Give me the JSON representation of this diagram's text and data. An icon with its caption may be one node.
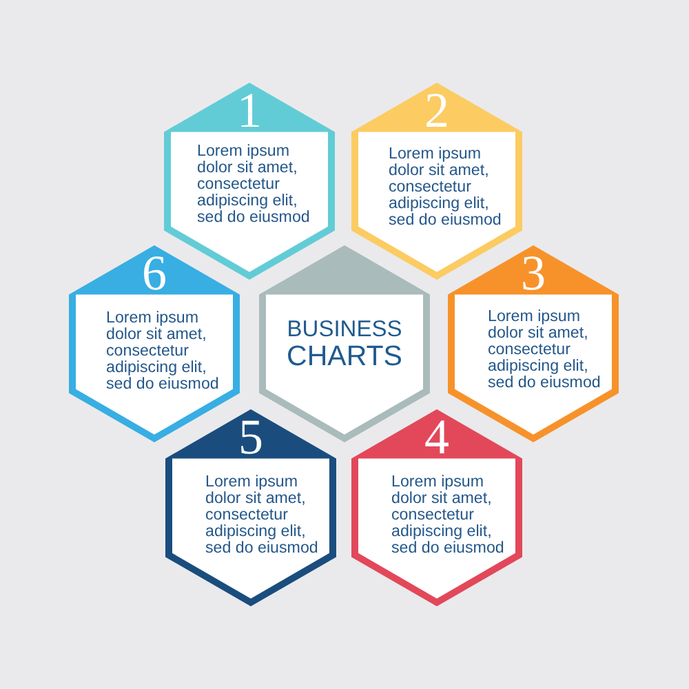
{
  "diagram": {
    "nodes": [
      {
        "text": [
          "1",
          "Lorem ipsum dolor sit amet, consectetur adipiscing elit, sed do eiusmod"
        ]
      },
      {
        "text": [
          "2",
          "Lorem ipsum dolor sit amet, consectetur adipiscing elit, sed do eiusmod"
        ]
      },
      {
        "text": [
          "6",
          "Lorem ipsum dolor sit amet, consectetur adipiscing elit, sed do eiusmod"
        ]
      },
      {
        "text": [
          "BUSINESS",
          "CHARTS"
        ]
      },
      {
        "text": [
          "3",
          "Lorem ipsum dolor sit amet, consectetur adipiscing elit, sed do eiusmod"
        ]
      },
      {
        "text": [
          "5",
          "Lorem ipsum dolor sit amet, consectetur adipiscing elit, sed do eiusmod"
        ]
      },
      {
        "text": [
          "4",
          "Lorem ipsum dolor sit amet, consectetur adipiscing elit, sed do eiusmod"
        ]
      }
    ]
  }
}
